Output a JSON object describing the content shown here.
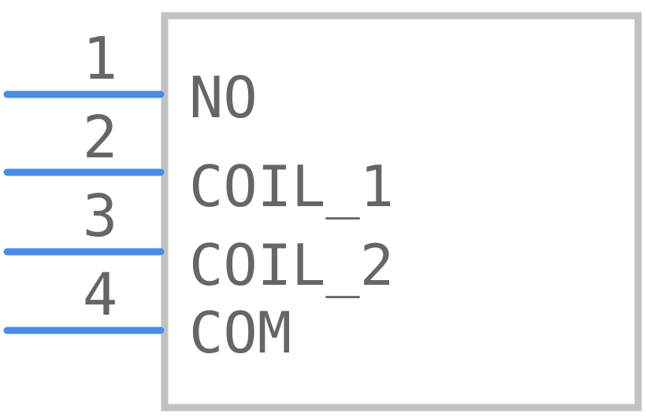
{
  "colors": {
    "body_outline": "#c2c2c2",
    "pin_line": "#4a8bea",
    "text": "#666666",
    "background": "#ffffff"
  },
  "pins": [
    {
      "number": "1",
      "label": "NO"
    },
    {
      "number": "2",
      "label": "COIL_1"
    },
    {
      "number": "3",
      "label": "COIL_2"
    },
    {
      "number": "4",
      "label": "COM"
    }
  ]
}
